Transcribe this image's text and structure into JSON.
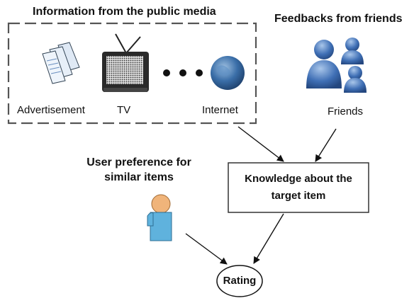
{
  "media": {
    "title": "Information from the public media",
    "items": [
      "Advertisement",
      "TV",
      "Internet"
    ]
  },
  "friends": {
    "title": "Feedbacks from friends",
    "label": "Friends"
  },
  "user": {
    "title_line1": "User preference for",
    "title_line2": "similar items"
  },
  "knowledge": {
    "line1": "Knowledge about the",
    "line2": "target item"
  },
  "rating": {
    "label": "Rating"
  },
  "colors": {
    "dash": "#555555",
    "arrow": "#111111",
    "people_blue": "#3f6fb5",
    "user_shirt": "#5fb2dd",
    "user_head": "#f2b880",
    "globe": "#2e5f97"
  },
  "icons": [
    "documents-icon",
    "tv-icon",
    "ellipsis-icon",
    "globe-icon",
    "friends-icon",
    "user-icon"
  ]
}
